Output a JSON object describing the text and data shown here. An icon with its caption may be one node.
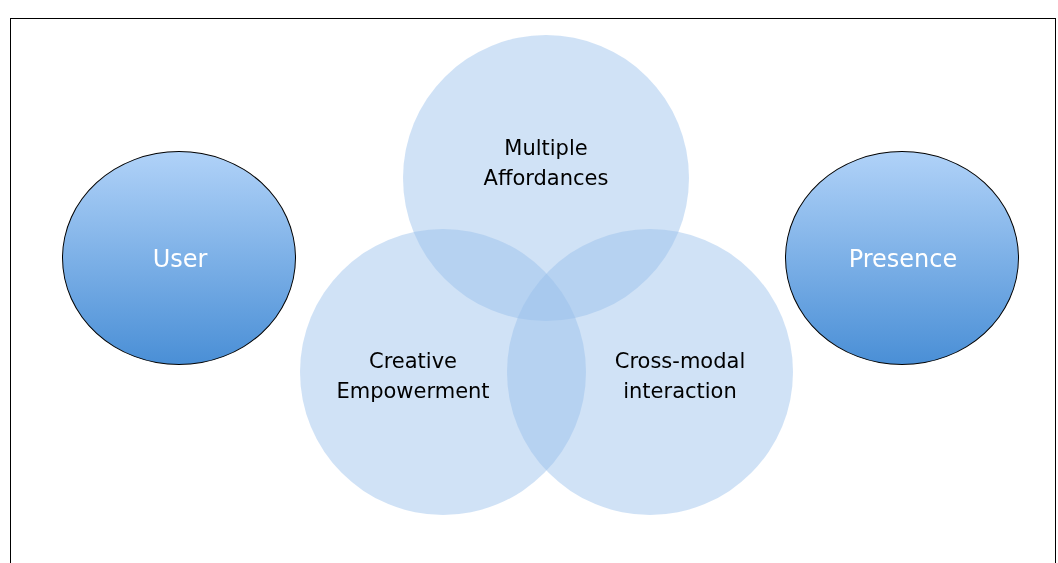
{
  "diagram": {
    "nodes": [
      {
        "text": [
          "User"
        ]
      },
      {
        "text": [
          "Multiple Affordances"
        ]
      },
      {
        "text": [
          "Creative Empowerment"
        ]
      },
      {
        "text": [
          "Cross-modal interaction"
        ]
      },
      {
        "text": [
          "Presence"
        ]
      }
    ]
  }
}
